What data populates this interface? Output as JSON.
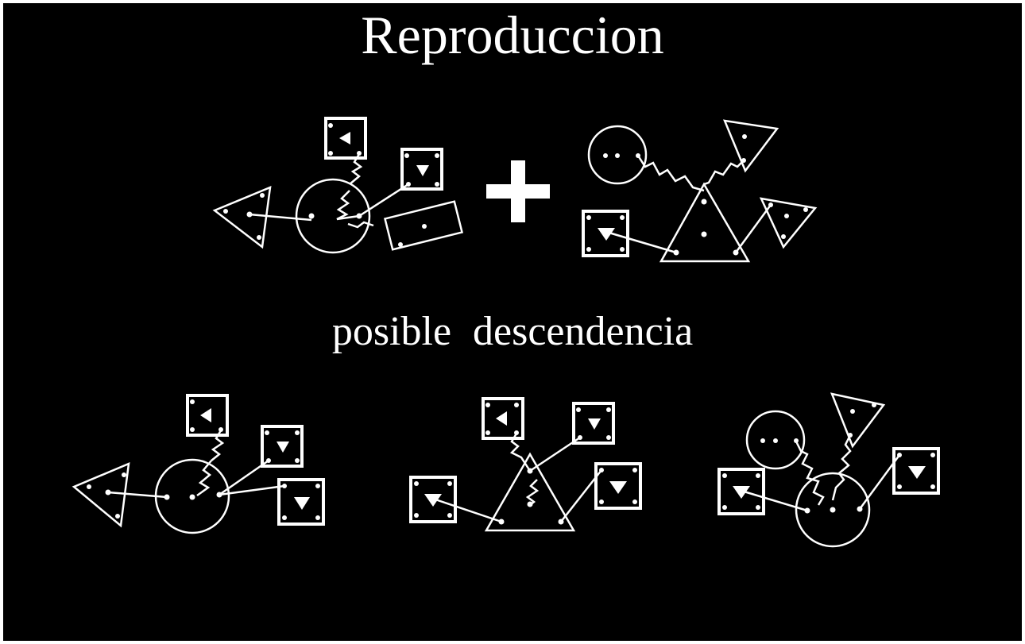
{
  "title": "Reproduccion",
  "subtitle": "posible  descendencia",
  "colors": {
    "background": "#000000",
    "foreground": "#ffffff",
    "page": "#ffffff"
  },
  "operator_symbol": "plus"
}
